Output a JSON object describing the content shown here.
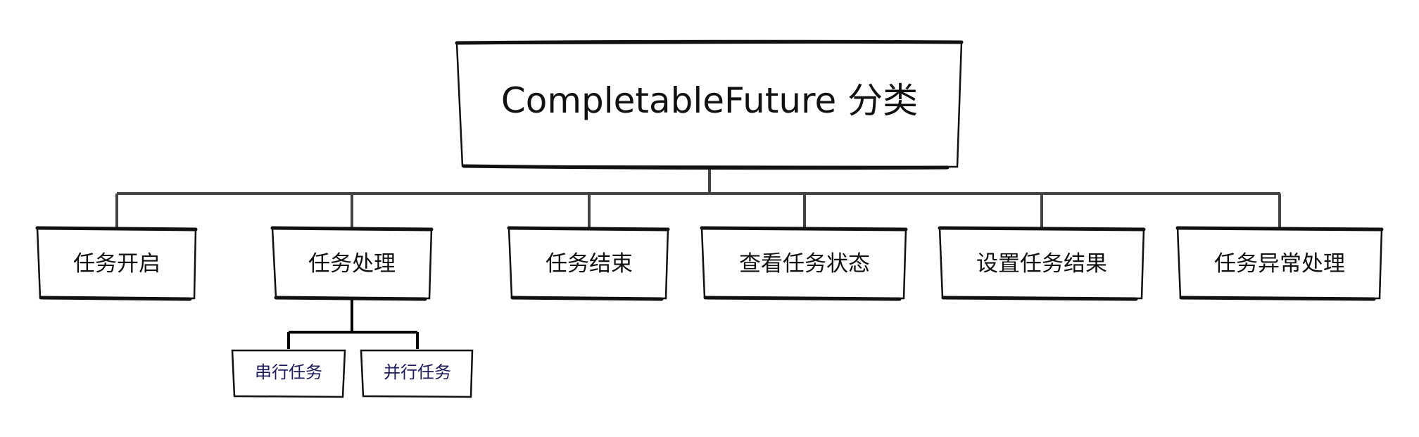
{
  "root": {
    "label": "CompletableFuture 分类"
  },
  "children": [
    {
      "label": "任务开启"
    },
    {
      "label": "任务处理"
    },
    {
      "label": "任务结束"
    },
    {
      "label": "查看任务状态"
    },
    {
      "label": "设置任务结果"
    },
    {
      "label": "任务异常处理"
    }
  ],
  "sub_children": [
    {
      "label": "串行任务"
    },
    {
      "label": "并行任务"
    }
  ],
  "colors": {
    "text": "#111111",
    "sub_text": "#1e1b5a",
    "connector": "#444444"
  }
}
